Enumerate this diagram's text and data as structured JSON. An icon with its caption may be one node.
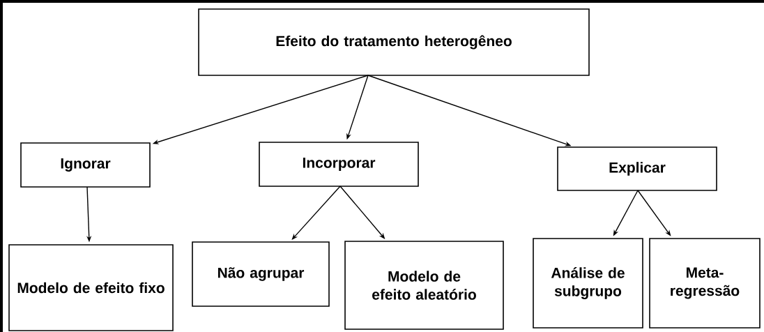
{
  "diagram": {
    "nodes": [
      {
        "text": [
          "Efeito do tratamento heterogêneo"
        ]
      },
      {
        "text": [
          "Ignorar"
        ]
      },
      {
        "text": [
          "Incorporar"
        ]
      },
      {
        "text": [
          "Explicar"
        ]
      },
      {
        "text": [
          "Modelo de efeito fixo"
        ]
      },
      {
        "text": [
          "Não agrupar"
        ]
      },
      {
        "text": [
          "Modelo de efeito aleatório"
        ]
      },
      {
        "text": [
          "Análise de subgrupo"
        ]
      },
      {
        "text": [
          "Meta-regressão"
        ]
      }
    ],
    "edges": [
      {
        "from": 0,
        "to": 1,
        "arrow": "to"
      },
      {
        "from": 0,
        "to": 2,
        "arrow": "to"
      },
      {
        "from": 0,
        "to": 3,
        "arrow": "to"
      },
      {
        "from": 1,
        "to": 4,
        "arrow": "to"
      },
      {
        "from": 2,
        "to": 5,
        "arrow": "to"
      },
      {
        "from": 2,
        "to": 6,
        "arrow": "to"
      },
      {
        "from": 3,
        "to": 7,
        "arrow": "to"
      },
      {
        "from": 3,
        "to": 8,
        "arrow": "to"
      }
    ]
  }
}
